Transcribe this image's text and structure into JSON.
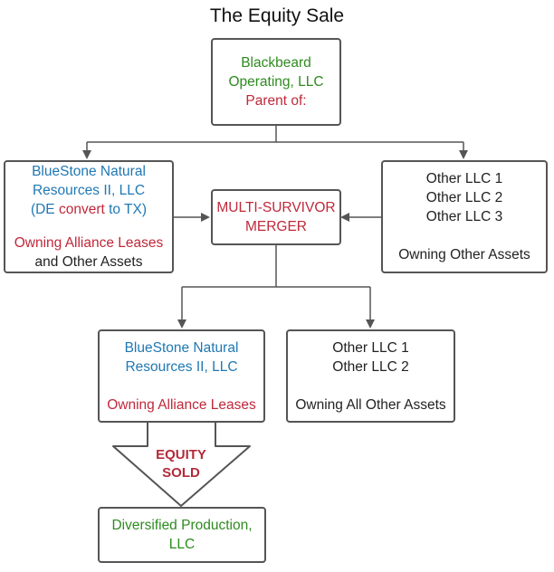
{
  "title": "The Equity Sale",
  "nodes": {
    "blackbeard": {
      "line1": "Blackbeard",
      "line2": "Operating, LLC",
      "line3": "Parent of:"
    },
    "bluestone_top": {
      "line1": "BlueStone Natural",
      "line2": "Resources II, LLC",
      "line3_a": "(DE ",
      "line3_b": "convert",
      "line3_c": " to TX)",
      "line4": "Owning Alliance Leases",
      "line5": "and Other Assets"
    },
    "merger": {
      "line1": "MULTI-SURVIVOR",
      "line2": "MERGER"
    },
    "other_top": {
      "line1": "Other LLC 1",
      "line2": "Other LLC 2",
      "line3": "Other LLC 3",
      "line4": "Owning Other Assets"
    },
    "bluestone_bottom": {
      "line1": "BlueStone Natural",
      "line2": "Resources II, LLC",
      "line3": "Owning Alliance Leases"
    },
    "other_bottom": {
      "line1": "Other LLC 1",
      "line2": "Other LLC 2",
      "line3": "Owning All Other Assets"
    },
    "diversified": {
      "line1": "Diversified Production,",
      "line2": "LLC"
    }
  },
  "equity_arrow": {
    "line1": "EQUITY",
    "line2": "SOLD"
  },
  "colors": {
    "green": "#2e8b1f",
    "blue": "#1f78b4",
    "red": "#c0283a",
    "border": "#555555"
  }
}
